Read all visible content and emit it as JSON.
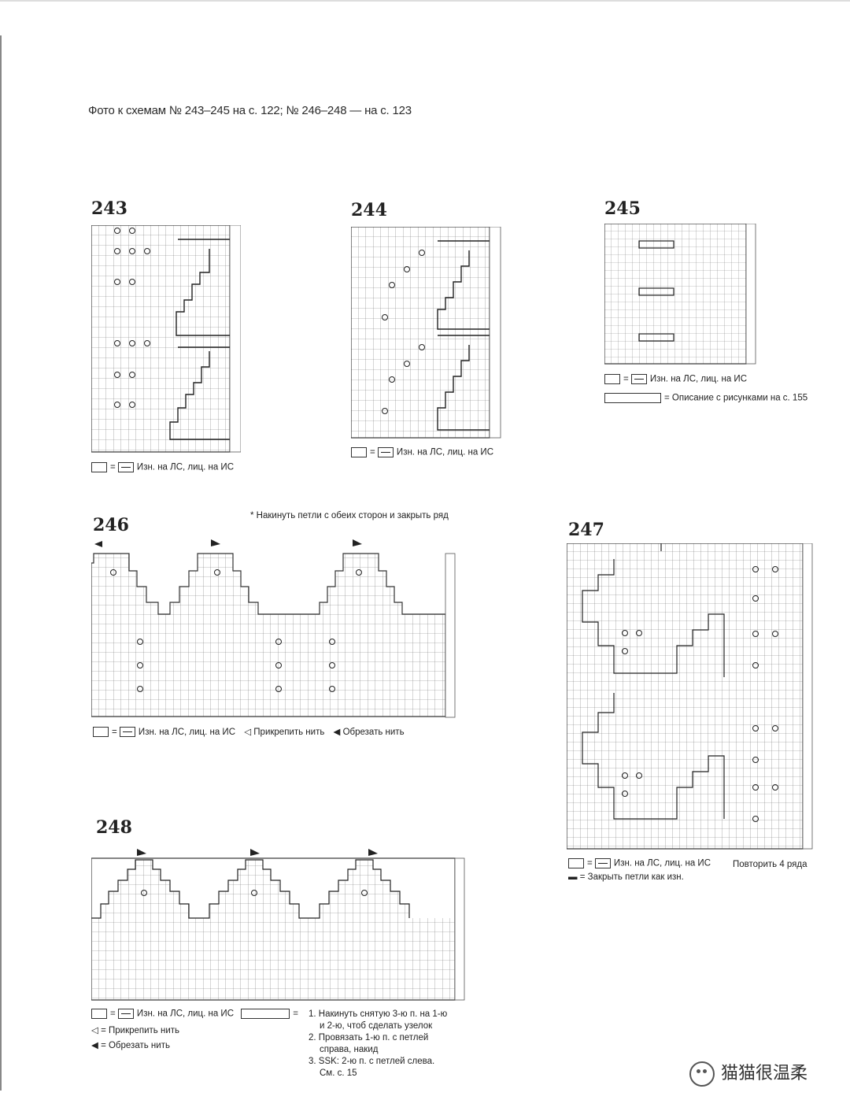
{
  "caption": "Фото к схемам № 243–245 на с. 122; № 246–248 — на с. 123",
  "charts": {
    "c243": {
      "number": "243"
    },
    "c244": {
      "number": "244"
    },
    "c245": {
      "number": "245"
    },
    "c246": {
      "number": "246",
      "note": "* Накинуть петли с обеих сторон и закрыть ряд"
    },
    "c247": {
      "number": "247",
      "repeat": "Повторить 4 ряда"
    },
    "c248": {
      "number": "248"
    }
  },
  "legends": {
    "purl_rs": "Изн. на ЛС, лиц. на ИС",
    "eq": "=",
    "description_ref": "Описание с рисунками на с. 155",
    "attach_yarn": "Прикрепить нить",
    "cut_yarn": "Обрезать нить",
    "bind_off_purl": "Закрыть петли как изн.",
    "notes_248": [
      "1. Накинуть снятую 3-ю п. на 1-ю",
      "и 2-ю, чтоб сделать узелок",
      "2. Провязать 1-ю п. с петлей",
      "справа, накид",
      "3. SSK: 2-ю п. с петлей слева.",
      "См. с. 15"
    ]
  },
  "watermark": "猫猫很温柔"
}
